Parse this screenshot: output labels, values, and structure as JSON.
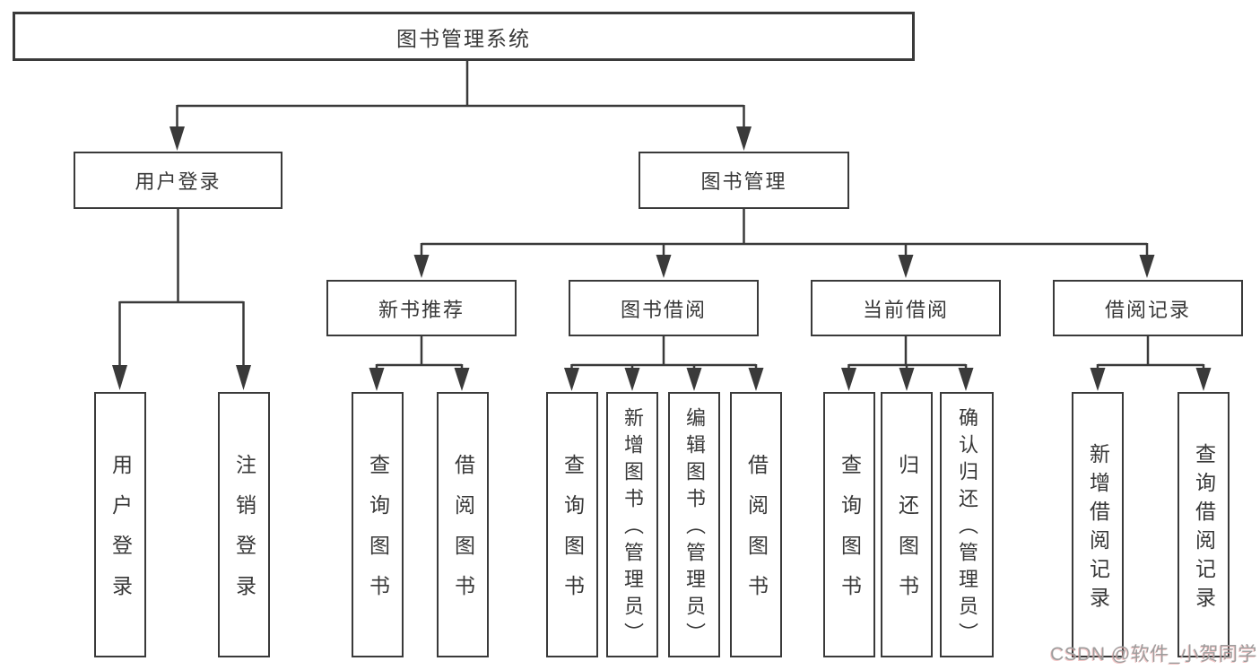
{
  "diagram": {
    "nodes": {
      "root": {
        "label": "图书管理系统"
      },
      "level2": {
        "login": {
          "label": "用户登录"
        },
        "manage": {
          "label": "图书管理"
        }
      },
      "level3": {
        "recommend": {
          "label": "新书推荐"
        },
        "borrow": {
          "label": "图书借阅"
        },
        "current": {
          "label": "当前借阅"
        },
        "records": {
          "label": "借阅记录"
        }
      },
      "leaves": {
        "login": [
          "用户登录",
          "注销登录"
        ],
        "recommend": [
          "查询图书",
          "借阅图书"
        ],
        "borrow": [
          "查询图书",
          "新增图书（管理员）",
          "编辑图书（管理员）",
          "借阅图书"
        ],
        "current": [
          "查询图书",
          "归还图书",
          "确认归还（管理员）"
        ],
        "records": [
          "新增借阅记录",
          "查询借阅记录"
        ]
      }
    },
    "colors": {
      "line": "#3a3a3a",
      "text": "#383838",
      "background": "#ffffff",
      "watermark": "#9d9d9d"
    }
  },
  "watermark": {
    "text": "CSDN @软件_小贺同学"
  }
}
